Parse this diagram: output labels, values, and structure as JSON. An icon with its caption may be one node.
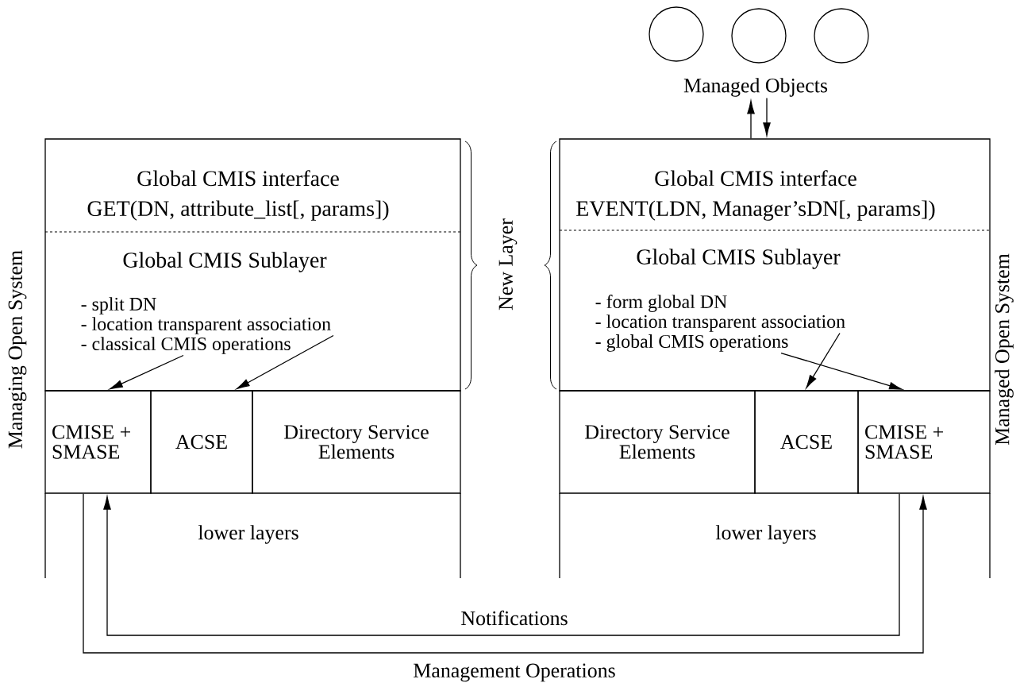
{
  "diagram": {
    "nodes": [
      {
        "text": [
          "Global CMIS interface",
          "GET(DN, attribute_list[, params])"
        ]
      },
      {
        "text": [
          "Global CMIS Sublayer"
        ]
      },
      {
        "text": [
          "- split DN"
        ],
        "in": 1
      },
      {
        "text": [
          "- location transparent association"
        ],
        "in": 1
      },
      {
        "text": [
          "- classical CMIS operations"
        ],
        "in": 1
      },
      {
        "text": [
          "CMISE + SMASE"
        ]
      },
      {
        "text": [
          "ACSE"
        ]
      },
      {
        "text": [
          "Directory Service Elements"
        ]
      },
      {
        "text": [
          "lower layers"
        ]
      },
      {
        "text": [
          "Global CMIS interface",
          "EVENT(LDN, Manager’sDN[, params])"
        ]
      },
      {
        "text": [
          "Global CMIS Sublayer"
        ]
      },
      {
        "text": [
          "- form global DN"
        ],
        "in": 10
      },
      {
        "text": [
          "- location transparent association"
        ],
        "in": 10
      },
      {
        "text": [
          "- global CMIS operations"
        ],
        "in": 10
      },
      {
        "text": [
          "Directory Service Elements"
        ]
      },
      {
        "text": [
          "ACSE"
        ]
      },
      {
        "text": [
          "CMISE + SMASE"
        ]
      },
      {
        "text": [
          "lower layers"
        ]
      },
      {
        "text": [],
        "shape": "circle"
      },
      {
        "text": [],
        "shape": "circle"
      },
      {
        "text": [],
        "shape": "circle"
      },
      {
        "text": [
          "Managed Objects"
        ]
      }
    ],
    "edges": [
      {
        "from": 4,
        "to": 5,
        "arrow": "to"
      },
      {
        "from": 3,
        "to": 6,
        "arrow": "to"
      },
      {
        "from": 12,
        "to": 15,
        "arrow": "to"
      },
      {
        "from": 13,
        "to": 16,
        "arrow": "to"
      },
      {
        "from": 9,
        "to": 21,
        "arrow": "to"
      },
      {
        "from": 21,
        "to": 9,
        "arrow": "to"
      },
      {
        "from": 16,
        "to": 5,
        "arrow": "to",
        "label": "Notifications"
      },
      {
        "from": 5,
        "to": 16,
        "arrow": "to",
        "label": "Management Operations"
      }
    ],
    "labels": [
      "Managing Open System",
      "New Layer",
      "Managed Open System"
    ]
  }
}
